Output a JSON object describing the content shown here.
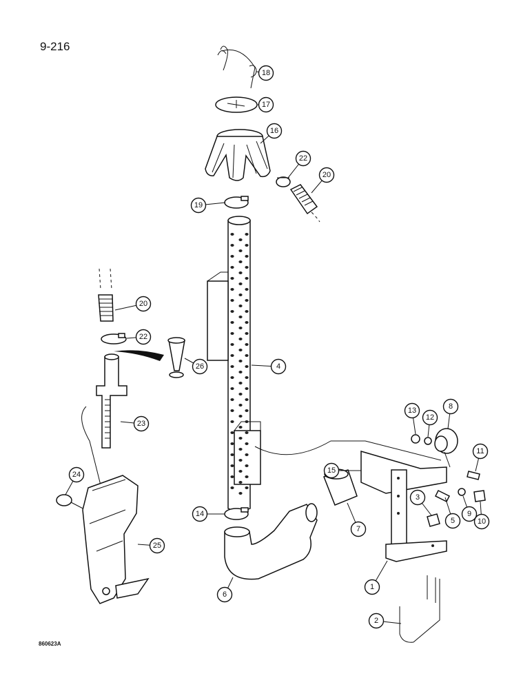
{
  "page_number": "9-216",
  "figure_code": "860623A",
  "callouts": [
    "18",
    "17",
    "16",
    "22",
    "20",
    "19",
    "20",
    "22",
    "26",
    "4",
    "23",
    "13",
    "12",
    "8",
    "11",
    "15",
    "24",
    "3",
    "14",
    "7",
    "5",
    "9",
    "10",
    "25",
    "6",
    "1",
    "2"
  ]
}
